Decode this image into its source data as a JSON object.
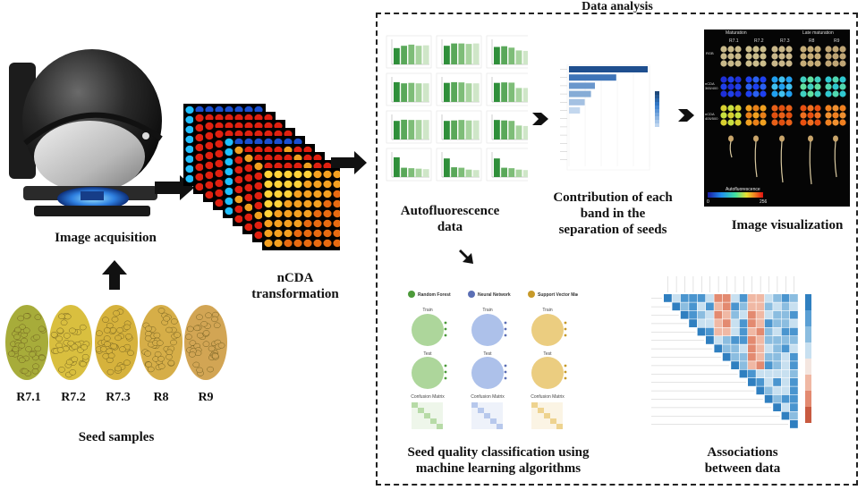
{
  "left": {
    "image_acquisition": "Image acquisition",
    "seed_samples": "Seed samples",
    "seed_labels": [
      "R7.1",
      "R7.2",
      "R7.3",
      "R8",
      "R9"
    ],
    "seed_colors": [
      "#a7ac3a",
      "#d9bf3f",
      "#d6b23c",
      "#d6ae48",
      "#d2a554"
    ]
  },
  "middle": {
    "ncda_line1": "nCDA",
    "ncda_line2": "transformation"
  },
  "analysis": {
    "title": "Data analysis",
    "autofluorescence_line1": "Autofluorescence",
    "autofluorescence_line2": "data",
    "contribution_line1": "Contribution of each",
    "contribution_line2": "band in the",
    "contribution_line3": "separation of seeds",
    "image_visualization": "Image visualization",
    "classification_line1": "Seed quality classification using",
    "classification_line2": "machine learning algorithms",
    "associations_line1": "Associations",
    "associations_line2": "between data"
  },
  "viz": {
    "maturation": "Maturation",
    "late_maturation": "Late maturation",
    "stages": [
      "R7.1",
      "R7.2",
      "R7.3",
      "R8",
      "R9"
    ],
    "row_labels": [
      "RGB",
      "nCDA 365/400",
      "nCDA 405/500"
    ],
    "colorbar_title": "Autofluorescence",
    "colorbar_min": "0",
    "colorbar_max": "256"
  },
  "ml": {
    "models": [
      {
        "name": "Random Forest",
        "color": "#9fcf8a",
        "icon_color": "#4c9a3a"
      },
      {
        "name": "Neural Network",
        "color": "#9fb6e6",
        "icon_color": "#5b6fb5"
      },
      {
        "name": "Support Vector Machine",
        "color": "#e8c46a",
        "icon_color": "#c79a2a"
      }
    ],
    "train": "Train",
    "test": "Test",
    "confusion": "Confusion Matrix"
  }
}
